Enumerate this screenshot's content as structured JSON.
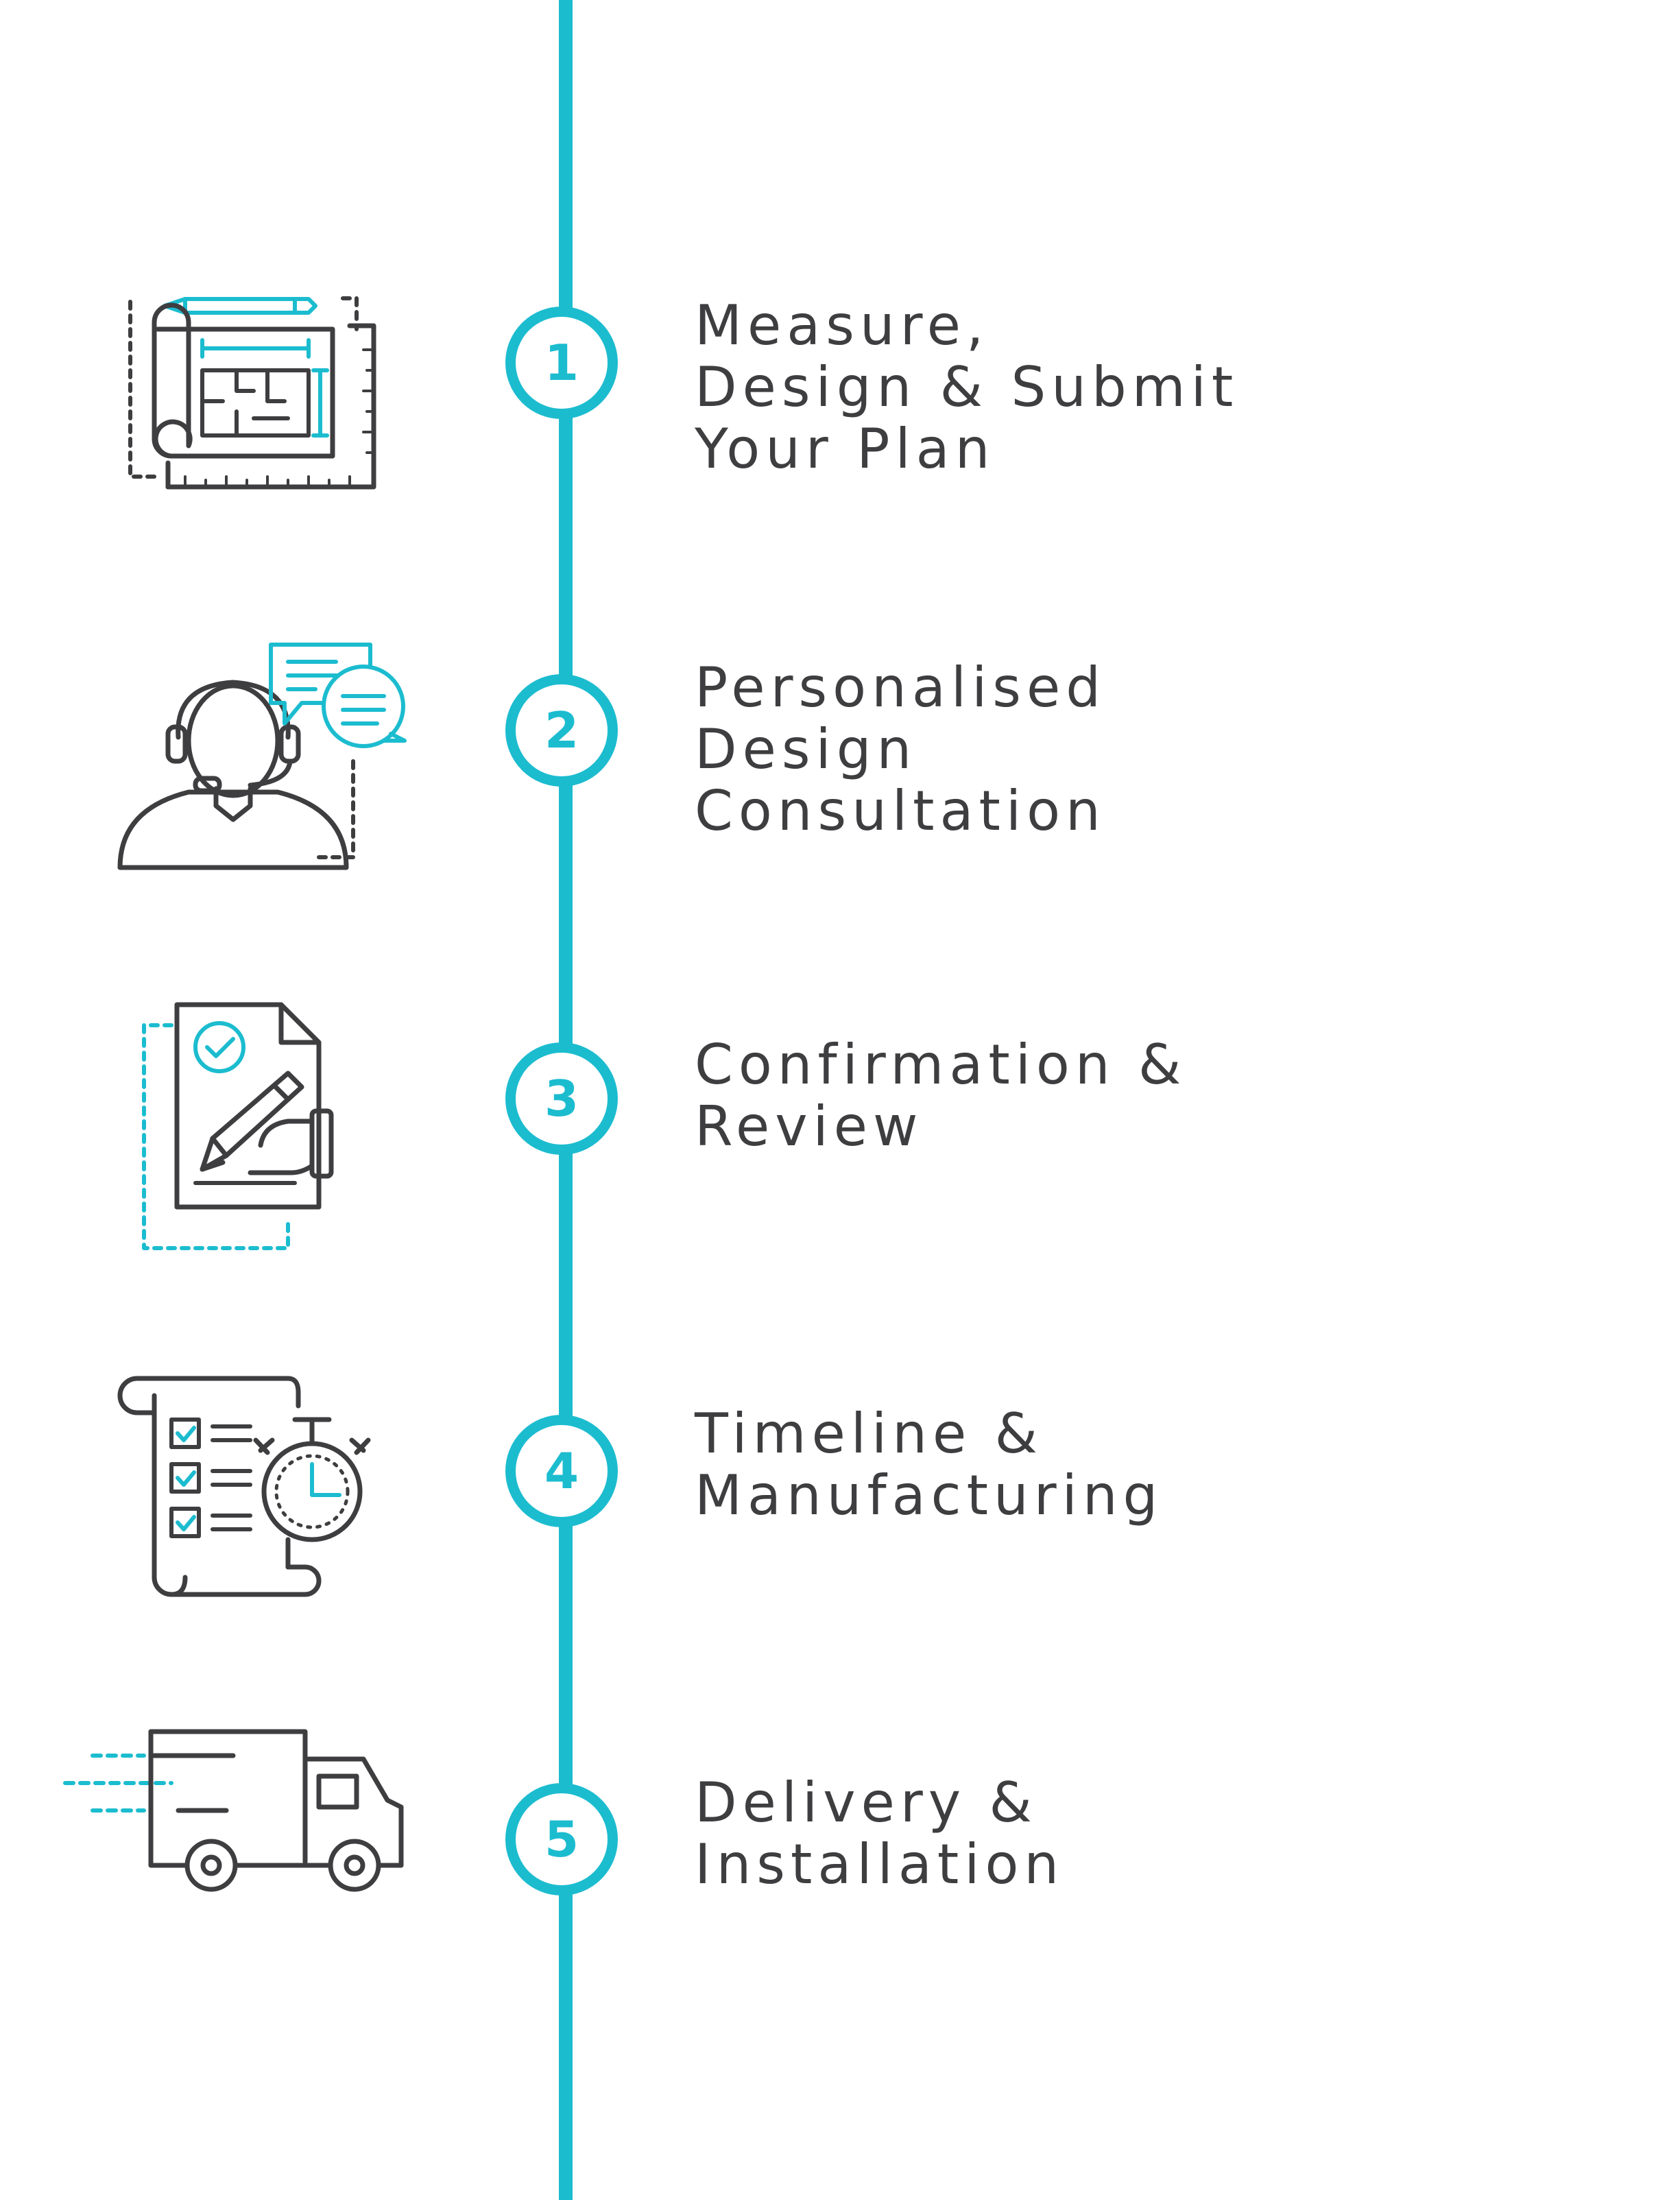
{
  "colors": {
    "accent": "#1cbccf",
    "text": "#3e3e40",
    "background": "#ffffff"
  },
  "steps": [
    {
      "number": "1",
      "lines": [
        "Measure,",
        "Design & Submit",
        "Your Plan"
      ],
      "icon": "blueprint-icon"
    },
    {
      "number": "2",
      "lines": [
        "Personalised",
        "Design",
        "Consultation"
      ],
      "icon": "consultant-headset-icon"
    },
    {
      "number": "3",
      "lines": [
        "Confirmation &",
        "Review"
      ],
      "icon": "document-signing-icon"
    },
    {
      "number": "4",
      "lines": [
        "Timeline &",
        "Manufacturing"
      ],
      "icon": "checklist-stopwatch-icon"
    },
    {
      "number": "5",
      "lines": [
        "Delivery &",
        "Installation"
      ],
      "icon": "delivery-truck-icon"
    }
  ]
}
